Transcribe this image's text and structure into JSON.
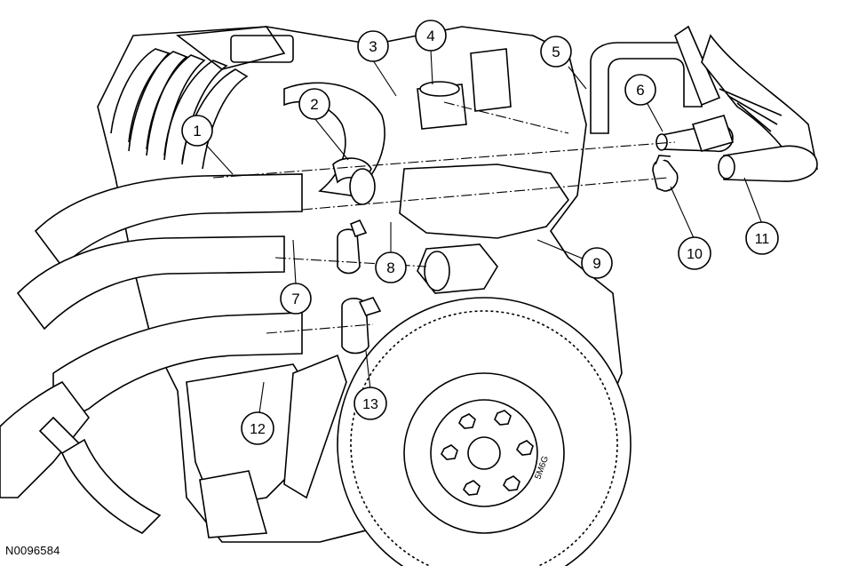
{
  "figure_id": "N0096584",
  "part_stamp": "5M6G",
  "callouts": [
    {
      "label": "1"
    },
    {
      "label": "2"
    },
    {
      "label": "3"
    },
    {
      "label": "4"
    },
    {
      "label": "5"
    },
    {
      "label": "6"
    },
    {
      "label": "7"
    },
    {
      "label": "8"
    },
    {
      "label": "9"
    },
    {
      "label": "10"
    },
    {
      "label": "11"
    },
    {
      "label": "12"
    },
    {
      "label": "13"
    }
  ],
  "colors": {
    "line": "#000000",
    "background": "#ffffff"
  }
}
